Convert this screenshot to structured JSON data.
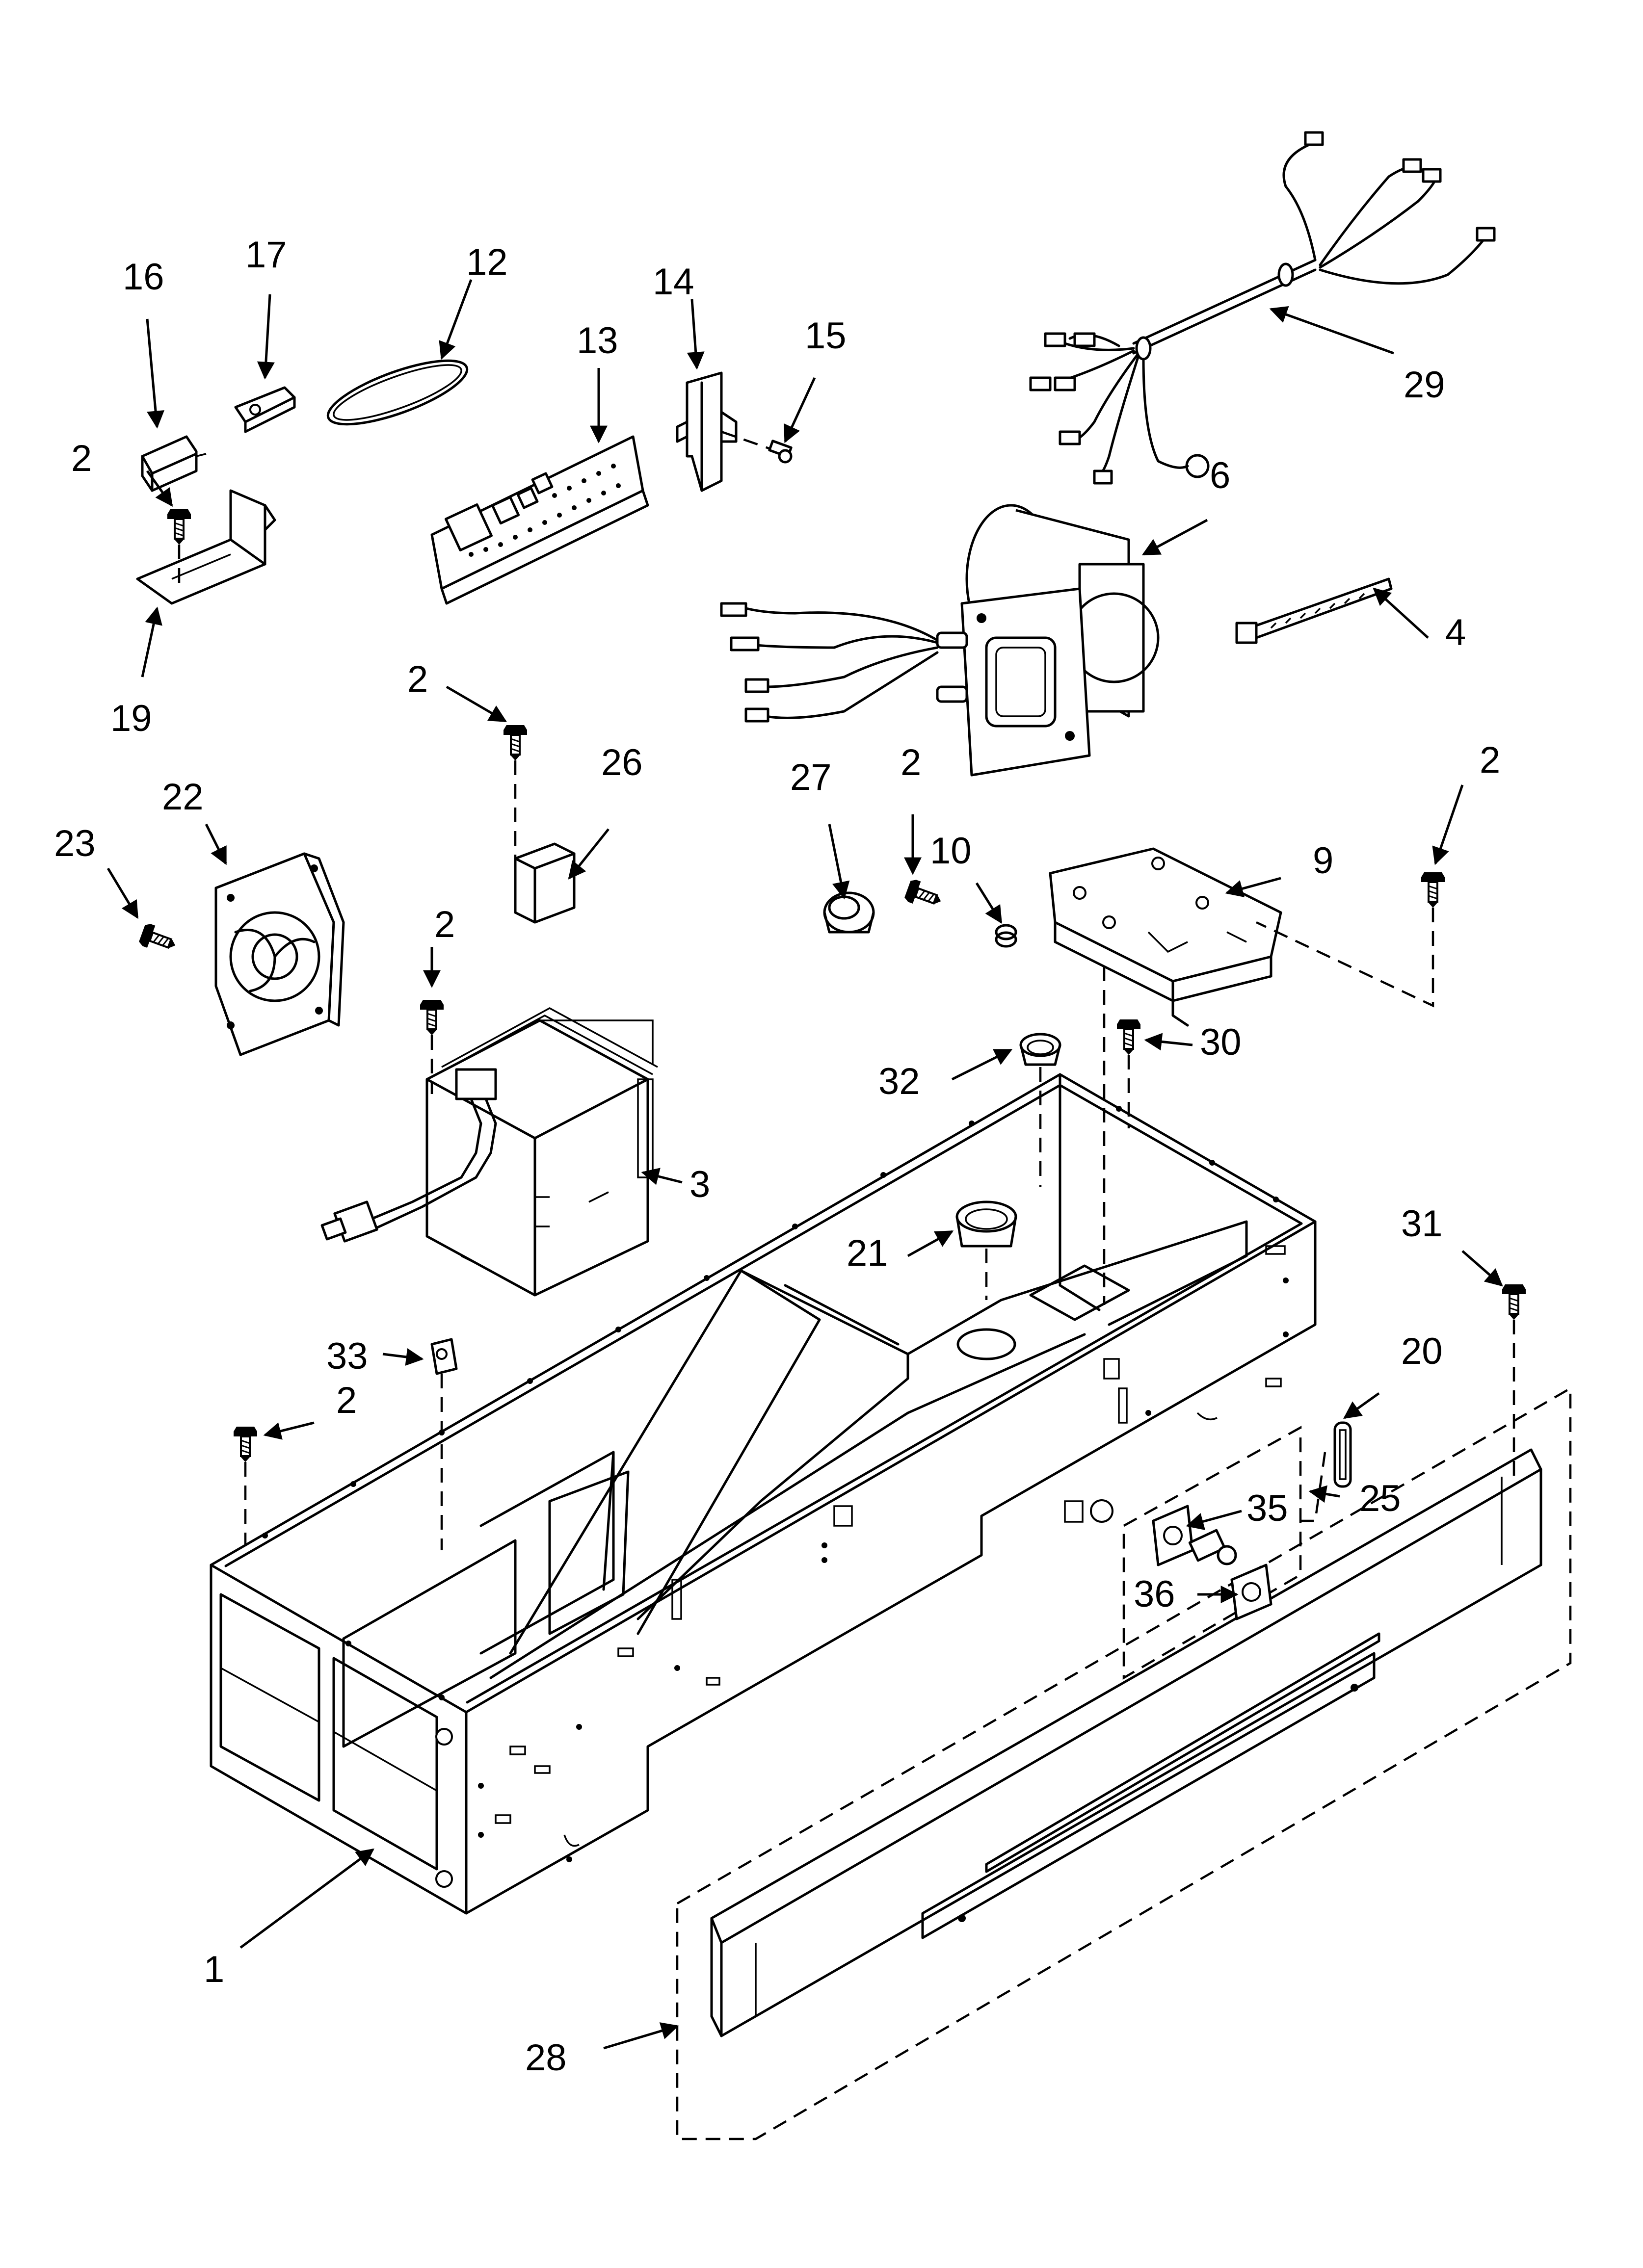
{
  "callouts": [
    {
      "key": "c1",
      "text": "1"
    },
    {
      "key": "c2a",
      "text": "2"
    },
    {
      "key": "c2b",
      "text": "2"
    },
    {
      "key": "c2c",
      "text": "2"
    },
    {
      "key": "c2d",
      "text": "2"
    },
    {
      "key": "c2e",
      "text": "2"
    },
    {
      "key": "c2f",
      "text": "2"
    },
    {
      "key": "c3",
      "text": "3"
    },
    {
      "key": "c4",
      "text": "4"
    },
    {
      "key": "c6",
      "text": "6"
    },
    {
      "key": "c9",
      "text": "9"
    },
    {
      "key": "c10",
      "text": "10"
    },
    {
      "key": "c12",
      "text": "12"
    },
    {
      "key": "c13",
      "text": "13"
    },
    {
      "key": "c14",
      "text": "14"
    },
    {
      "key": "c15",
      "text": "15"
    },
    {
      "key": "c16",
      "text": "16"
    },
    {
      "key": "c17",
      "text": "17"
    },
    {
      "key": "c19",
      "text": "19"
    },
    {
      "key": "c20",
      "text": "20"
    },
    {
      "key": "c21",
      "text": "21"
    },
    {
      "key": "c22",
      "text": "22"
    },
    {
      "key": "c23",
      "text": "23"
    },
    {
      "key": "c25",
      "text": "25"
    },
    {
      "key": "c26",
      "text": "26"
    },
    {
      "key": "c27",
      "text": "27"
    },
    {
      "key": "c28",
      "text": "28"
    },
    {
      "key": "c29",
      "text": "29"
    },
    {
      "key": "c30",
      "text": "30"
    },
    {
      "key": "c31",
      "text": "31"
    },
    {
      "key": "c32",
      "text": "32"
    },
    {
      "key": "c33",
      "text": "33"
    },
    {
      "key": "c35",
      "text": "35"
    },
    {
      "key": "c36",
      "text": "36"
    }
  ]
}
